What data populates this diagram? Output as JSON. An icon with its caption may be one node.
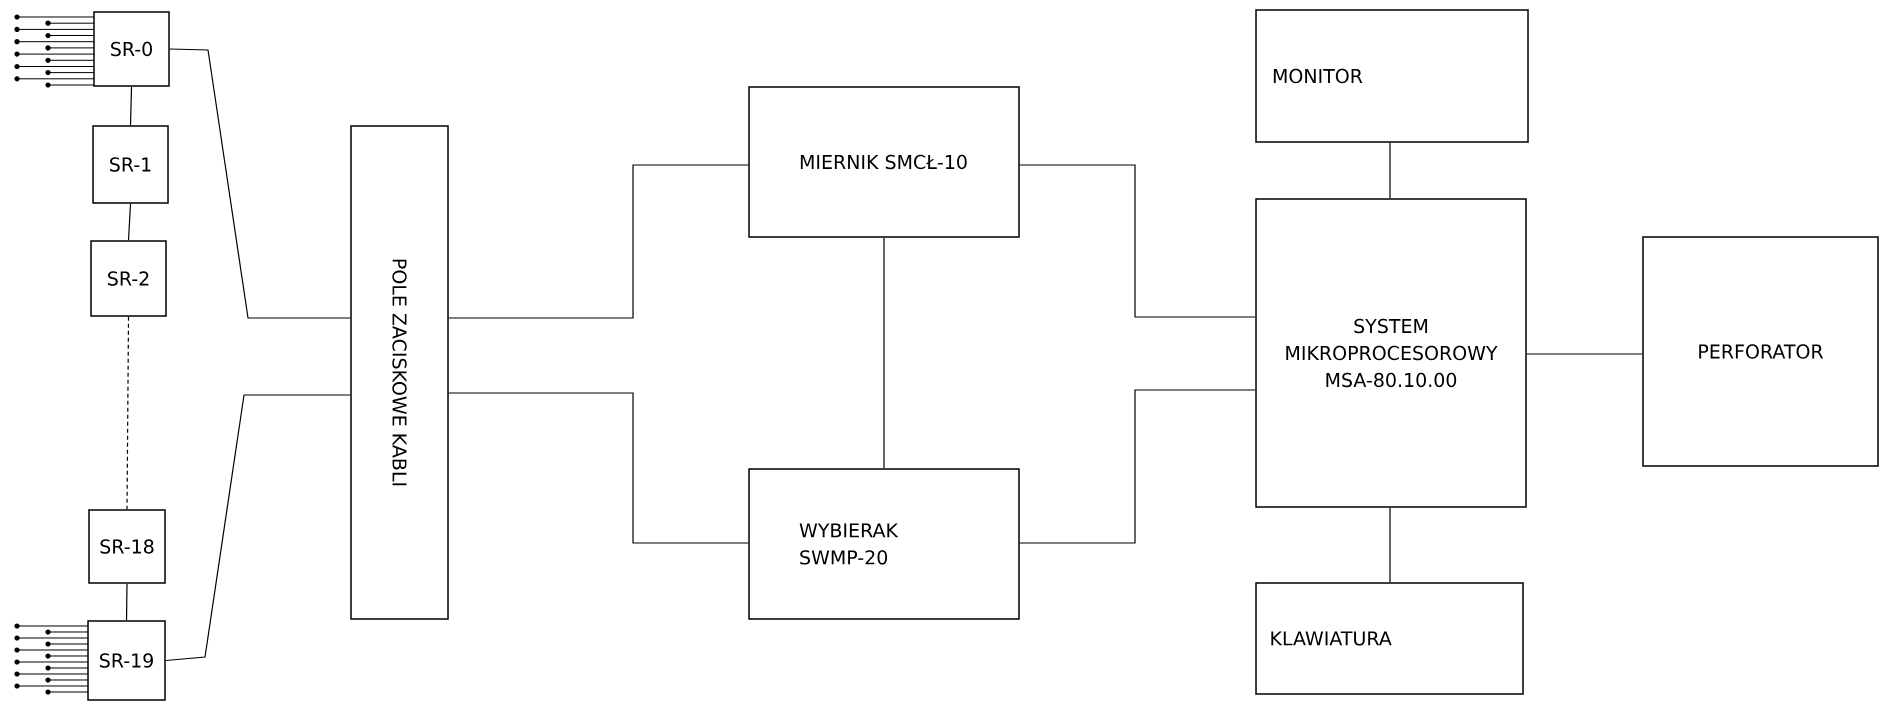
{
  "diagram": {
    "nodes": [
      {
        "text": [
          "SR-0"
        ]
      },
      {
        "text": [
          "SR-1"
        ]
      },
      {
        "text": [
          "SR-2"
        ]
      },
      {
        "text": [
          "SR-18"
        ]
      },
      {
        "text": [
          "SR-19"
        ]
      },
      {
        "text": [
          "POLE ZACISKOWE KABLI"
        ]
      },
      {
        "text": [
          "MIERNIK SMCŁ-10"
        ]
      },
      {
        "text": [
          "WYBIERAK SWMP-20"
        ]
      },
      {
        "text": [
          "MONITOR"
        ]
      },
      {
        "text": [
          "SYSTEM MIKROPROCESOROWY MSA-80.10.00"
        ]
      },
      {
        "text": [
          "KLAWIATURA"
        ]
      },
      {
        "text": [
          "PERFORATOR"
        ]
      }
    ],
    "edges": [
      {
        "from": 0,
        "to": 1,
        "arrow": "none"
      },
      {
        "from": 1,
        "to": 2,
        "arrow": "none"
      },
      {
        "from": 2,
        "to": 3,
        "arrow": "none",
        "style": "dashed"
      },
      {
        "from": 3,
        "to": 4,
        "arrow": "none"
      },
      {
        "from": 0,
        "to": 5,
        "arrow": "none"
      },
      {
        "from": 4,
        "to": 5,
        "arrow": "none"
      },
      {
        "from": 5,
        "to": 6,
        "arrow": "none"
      },
      {
        "from": 5,
        "to": 7,
        "arrow": "none"
      },
      {
        "from": 6,
        "to": 7,
        "arrow": "none"
      },
      {
        "from": 6,
        "to": 9,
        "arrow": "none"
      },
      {
        "from": 7,
        "to": 9,
        "arrow": "none"
      },
      {
        "from": 8,
        "to": 9,
        "arrow": "none"
      },
      {
        "from": 9,
        "to": 10,
        "arrow": "none"
      },
      {
        "from": 9,
        "to": 11,
        "arrow": "none"
      }
    ]
  }
}
